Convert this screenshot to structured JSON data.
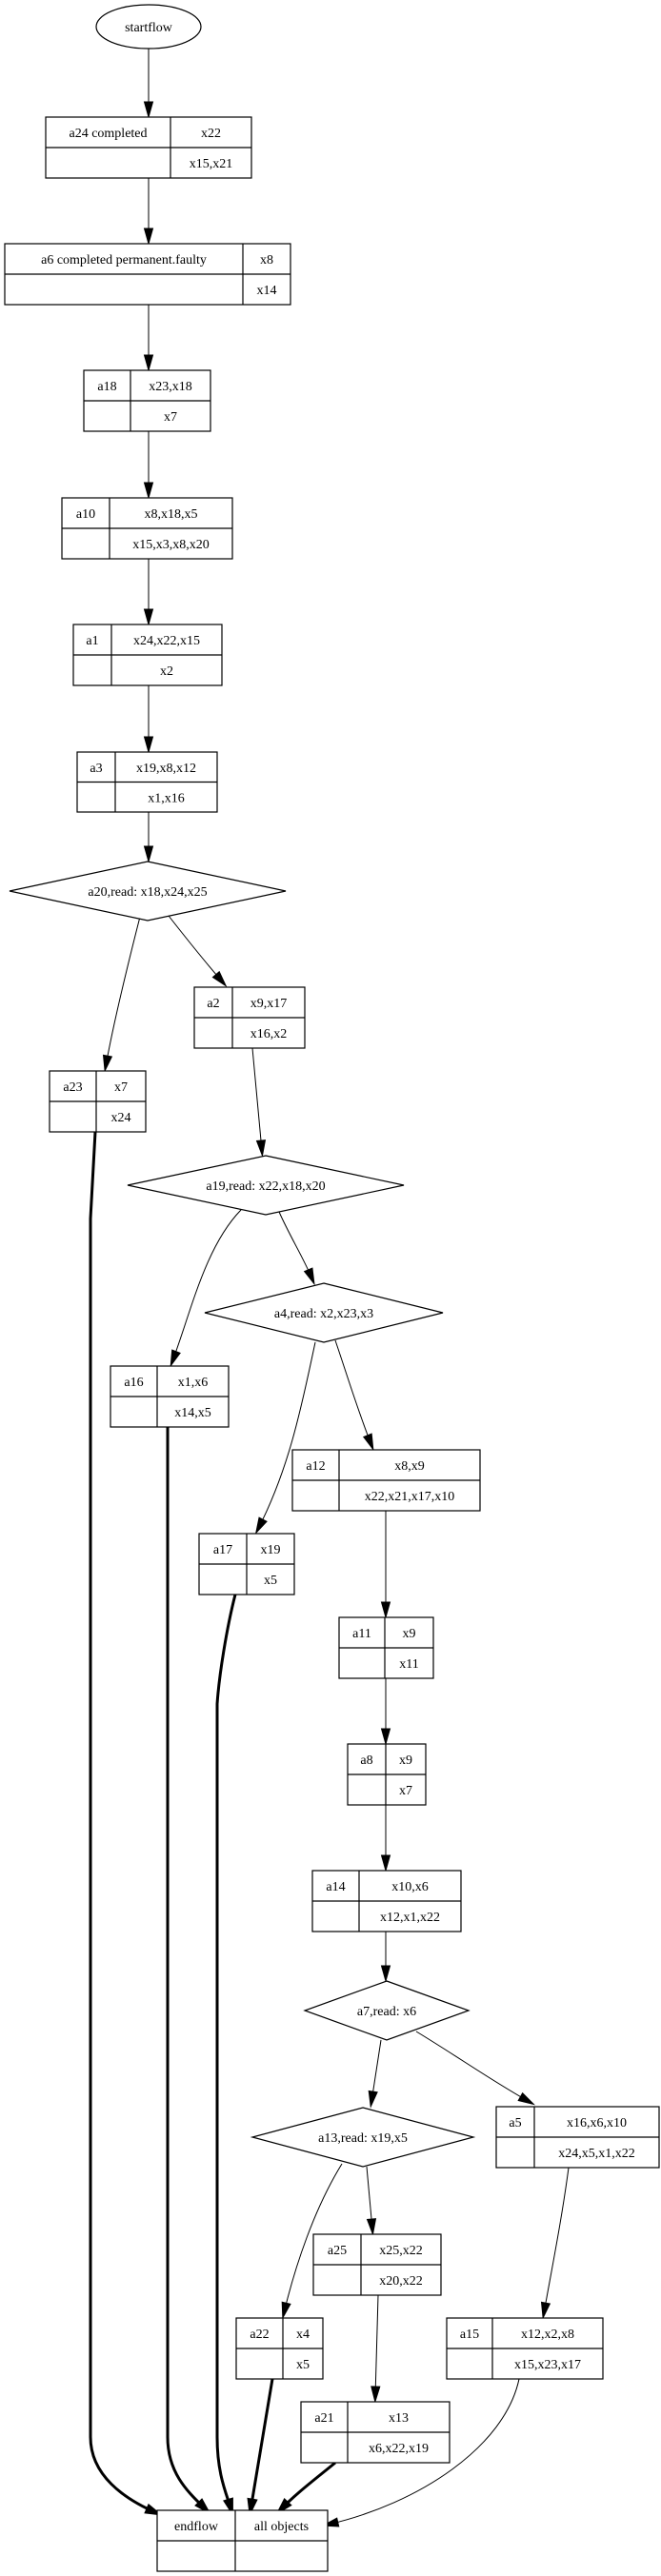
{
  "diagram": {
    "type": "flowchart",
    "nodes": [
      {
        "id": "startflow",
        "shape": "ellipse",
        "label": "startflow"
      },
      {
        "id": "a24",
        "shape": "record",
        "name": "a24 completed",
        "reads": "x22",
        "writes": "x15,x21"
      },
      {
        "id": "a6",
        "shape": "record",
        "name": "a6 completed permanent.faulty",
        "reads": "x8",
        "writes": "x14"
      },
      {
        "id": "a18",
        "shape": "record",
        "name": "a18",
        "reads": "x23,x18",
        "writes": "x7"
      },
      {
        "id": "a10",
        "shape": "record",
        "name": "a10",
        "reads": "x8,x18,x5",
        "writes": "x15,x3,x8,x20"
      },
      {
        "id": "a1",
        "shape": "record",
        "name": "a1",
        "reads": "x24,x22,x15",
        "writes": "x2"
      },
      {
        "id": "a3",
        "shape": "record",
        "name": "a3",
        "reads": "x19,x8,x12",
        "writes": "x1,x16"
      },
      {
        "id": "a20",
        "shape": "diamond",
        "label": "a20,read: x18,x24,x25"
      },
      {
        "id": "a2",
        "shape": "record",
        "name": "a2",
        "reads": "x9,x17",
        "writes": "x16,x2"
      },
      {
        "id": "a23",
        "shape": "record",
        "name": "a23",
        "reads": "x7",
        "writes": "x24"
      },
      {
        "id": "a19",
        "shape": "diamond",
        "label": "a19,read: x22,x18,x20"
      },
      {
        "id": "a4",
        "shape": "diamond",
        "label": "a4,read: x2,x23,x3"
      },
      {
        "id": "a16",
        "shape": "record",
        "name": "a16",
        "reads": "x1,x6",
        "writes": "x14,x5"
      },
      {
        "id": "a12",
        "shape": "record",
        "name": "a12",
        "reads": "x8,x9",
        "writes": "x22,x21,x17,x10"
      },
      {
        "id": "a17",
        "shape": "record",
        "name": "a17",
        "reads": "x19",
        "writes": "x5"
      },
      {
        "id": "a11",
        "shape": "record",
        "name": "a11",
        "reads": "x9",
        "writes": "x11"
      },
      {
        "id": "a8",
        "shape": "record",
        "name": "a8",
        "reads": "x9",
        "writes": "x7"
      },
      {
        "id": "a14",
        "shape": "record",
        "name": "a14",
        "reads": "x10,x6",
        "writes": "x12,x1,x22"
      },
      {
        "id": "a7",
        "shape": "diamond",
        "label": "a7,read: x6"
      },
      {
        "id": "a13",
        "shape": "diamond",
        "label": "a13,read: x19,x5"
      },
      {
        "id": "a5",
        "shape": "record",
        "name": "a5",
        "reads": "x16,x6,x10",
        "writes": "x24,x5,x1,x22"
      },
      {
        "id": "a25",
        "shape": "record",
        "name": "a25",
        "reads": "x25,x22",
        "writes": "x20,x22"
      },
      {
        "id": "a22",
        "shape": "record",
        "name": "a22",
        "reads": "x4",
        "writes": "x5"
      },
      {
        "id": "a15",
        "shape": "record",
        "name": "a15",
        "reads": "x12,x2,x8",
        "writes": "x15,x23,x17"
      },
      {
        "id": "a21",
        "shape": "record",
        "name": "a21",
        "reads": "x13",
        "writes": "x6,x22,x19"
      },
      {
        "id": "endflow",
        "shape": "record",
        "name": "endflow",
        "reads": "all objects",
        "writes": ""
      }
    ],
    "edges": [
      {
        "from": "startflow",
        "to": "a24",
        "style": "normal"
      },
      {
        "from": "a24",
        "to": "a6",
        "style": "normal"
      },
      {
        "from": "a6",
        "to": "a18",
        "style": "normal"
      },
      {
        "from": "a18",
        "to": "a10",
        "style": "normal"
      },
      {
        "from": "a10",
        "to": "a1",
        "style": "normal"
      },
      {
        "from": "a1",
        "to": "a3",
        "style": "normal"
      },
      {
        "from": "a3",
        "to": "a20",
        "style": "normal"
      },
      {
        "from": "a20",
        "to": "a23",
        "style": "thin"
      },
      {
        "from": "a20",
        "to": "a2",
        "style": "thin"
      },
      {
        "from": "a2",
        "to": "a19",
        "style": "thin"
      },
      {
        "from": "a19",
        "to": "a16",
        "style": "thin"
      },
      {
        "from": "a19",
        "to": "a4",
        "style": "thin"
      },
      {
        "from": "a4",
        "to": "a17",
        "style": "thin"
      },
      {
        "from": "a4",
        "to": "a12",
        "style": "thin"
      },
      {
        "from": "a12",
        "to": "a11",
        "style": "normal"
      },
      {
        "from": "a11",
        "to": "a8",
        "style": "normal"
      },
      {
        "from": "a8",
        "to": "a14",
        "style": "normal"
      },
      {
        "from": "a14",
        "to": "a7",
        "style": "normal"
      },
      {
        "from": "a7",
        "to": "a13",
        "style": "thin"
      },
      {
        "from": "a7",
        "to": "a5",
        "style": "thin"
      },
      {
        "from": "a13",
        "to": "a22",
        "style": "thin"
      },
      {
        "from": "a13",
        "to": "a25",
        "style": "thin"
      },
      {
        "from": "a25",
        "to": "a21",
        "style": "thin"
      },
      {
        "from": "a5",
        "to": "a15",
        "style": "thin"
      },
      {
        "from": "a23",
        "to": "endflow",
        "style": "bold"
      },
      {
        "from": "a16",
        "to": "endflow",
        "style": "bold"
      },
      {
        "from": "a17",
        "to": "endflow",
        "style": "bold"
      },
      {
        "from": "a22",
        "to": "endflow",
        "style": "bold"
      },
      {
        "from": "a21",
        "to": "endflow",
        "style": "bold"
      },
      {
        "from": "a15",
        "to": "endflow",
        "style": "thin"
      }
    ]
  }
}
